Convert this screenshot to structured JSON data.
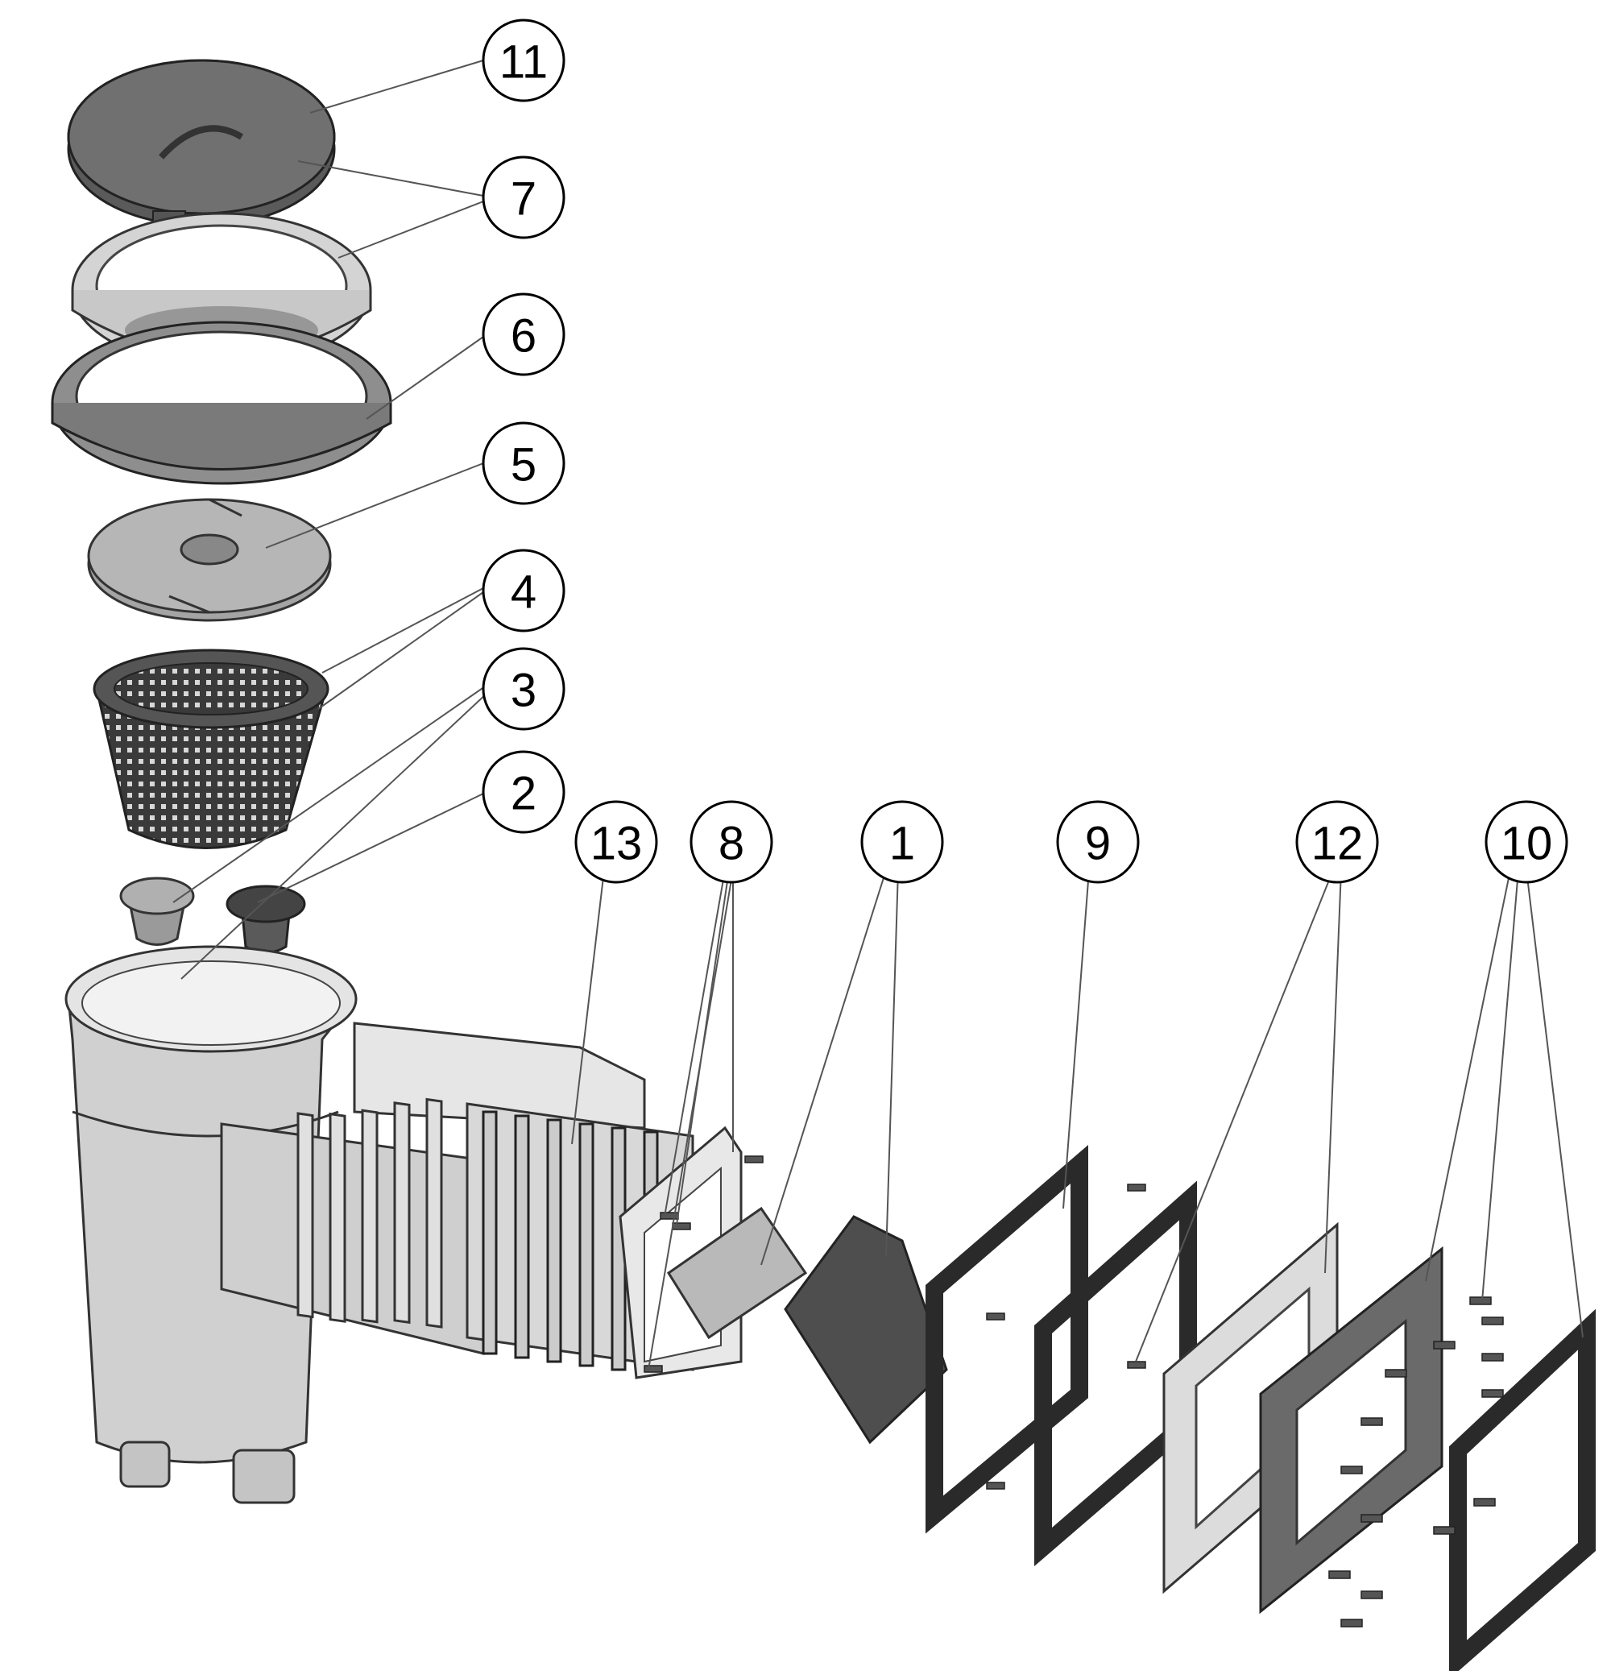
{
  "callouts": [
    {
      "id": "11",
      "label": "11"
    },
    {
      "id": "7",
      "label": "7"
    },
    {
      "id": "6",
      "label": "6"
    },
    {
      "id": "5",
      "label": "5"
    },
    {
      "id": "4",
      "label": "4"
    },
    {
      "id": "3",
      "label": "3"
    },
    {
      "id": "2",
      "label": "2"
    },
    {
      "id": "13",
      "label": "13"
    },
    {
      "id": "8",
      "label": "8"
    },
    {
      "id": "1",
      "label": "1"
    },
    {
      "id": "9",
      "label": "9"
    },
    {
      "id": "12",
      "label": "12"
    },
    {
      "id": "10",
      "label": "10"
    }
  ],
  "colors": {
    "ink": "#000000",
    "dark_part": "#4a4a4a",
    "mid_part": "#8a8a8a",
    "light_part": "#cfcfcf",
    "background": "#ffffff"
  }
}
